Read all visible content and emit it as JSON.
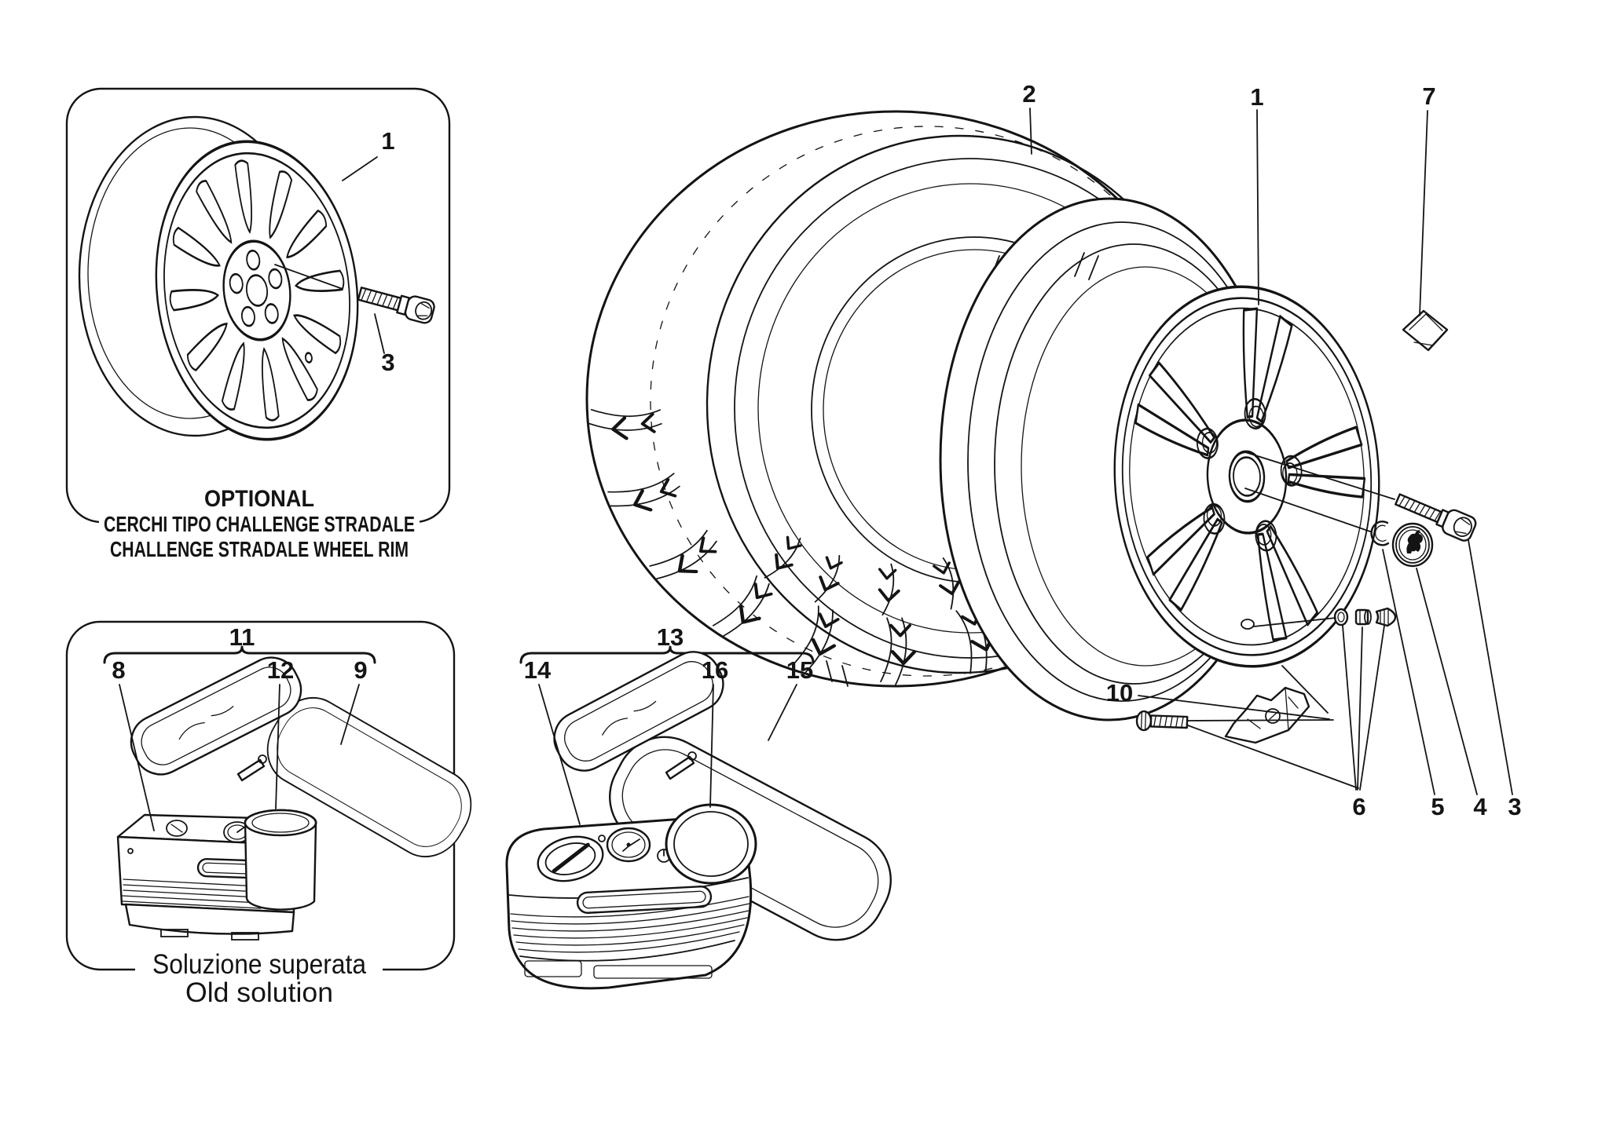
{
  "page": {
    "background": "#ffffff",
    "line_color": "#141414"
  },
  "optional_box": {
    "callouts": {
      "rim": "1",
      "bolt": "3"
    },
    "captions": [
      "OPTIONAL",
      "CERCHI TIPO CHALLENGE STRADALE",
      "CHALLENGE STRADALE WHEEL RIM"
    ]
  },
  "assembly": {
    "callouts": {
      "rim": "1",
      "tyre": "2",
      "bolt": "3",
      "hub_cap": "4",
      "circlip": "5",
      "valve": "6",
      "balance_weight": "7",
      "valve_bracket": "10"
    }
  },
  "old_kit": {
    "kit_callout": "11",
    "callouts": {
      "compressor": "8",
      "bag": "9",
      "sealant_canister": "12"
    },
    "captions": [
      "Soluzione superata",
      "Old solution"
    ]
  },
  "new_kit": {
    "kit_callout": "13",
    "callouts": {
      "compressor": "14",
      "bag": "15",
      "sealant_canister": "16"
    }
  }
}
